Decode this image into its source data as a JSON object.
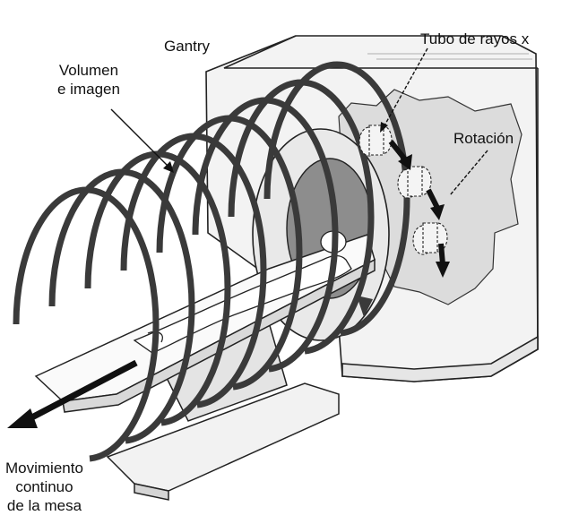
{
  "labels": {
    "gantry": "Gantry",
    "xray_tube": "Tubo de rayos x",
    "rotation": "Rotación",
    "volume_image": [
      "Volumen",
      "e imagen"
    ],
    "table_movement": [
      "Movimiento",
      "continuo",
      "de la mesa"
    ]
  }
}
